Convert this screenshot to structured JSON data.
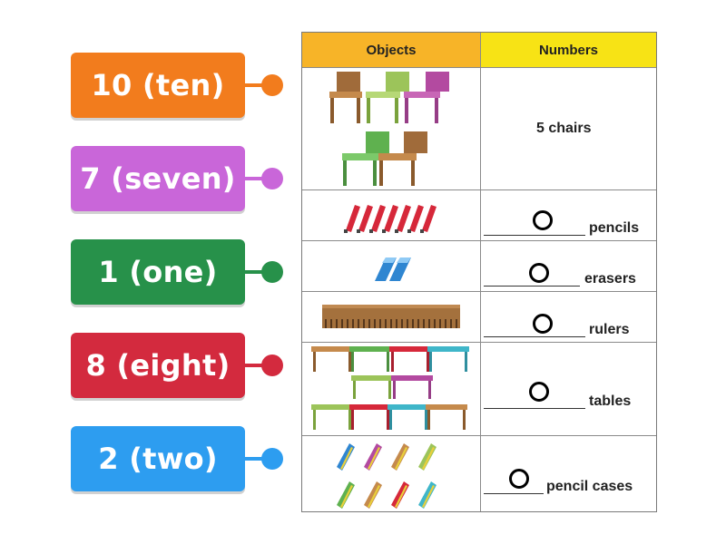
{
  "answers": [
    {
      "label": "10 (ten)",
      "color": "#f27c1d"
    },
    {
      "label": "7 (seven)",
      "color": "#c966d9"
    },
    {
      "label": "1 (one)",
      "color": "#27914a"
    },
    {
      "label": "8 (eight)",
      "color": "#d32a3e"
    },
    {
      "label": "2 (two)",
      "color": "#2d9df0"
    }
  ],
  "table": {
    "header_objects": "Objects",
    "header_numbers": "Numbers",
    "header_left_color": "#f7b428",
    "header_right_color": "#f7e315",
    "rows": [
      {
        "object": "chairs-picture",
        "number_text": "5 chairs"
      },
      {
        "object": "pencils-picture",
        "number_text": "pencils"
      },
      {
        "object": "erasers-picture",
        "number_text": "erasers"
      },
      {
        "object": "ruler-picture",
        "number_text": "rulers"
      },
      {
        "object": "tables-picture",
        "number_text": "tables"
      },
      {
        "object": "pencil-cases-picture",
        "number_text": "pencil cases"
      }
    ]
  }
}
